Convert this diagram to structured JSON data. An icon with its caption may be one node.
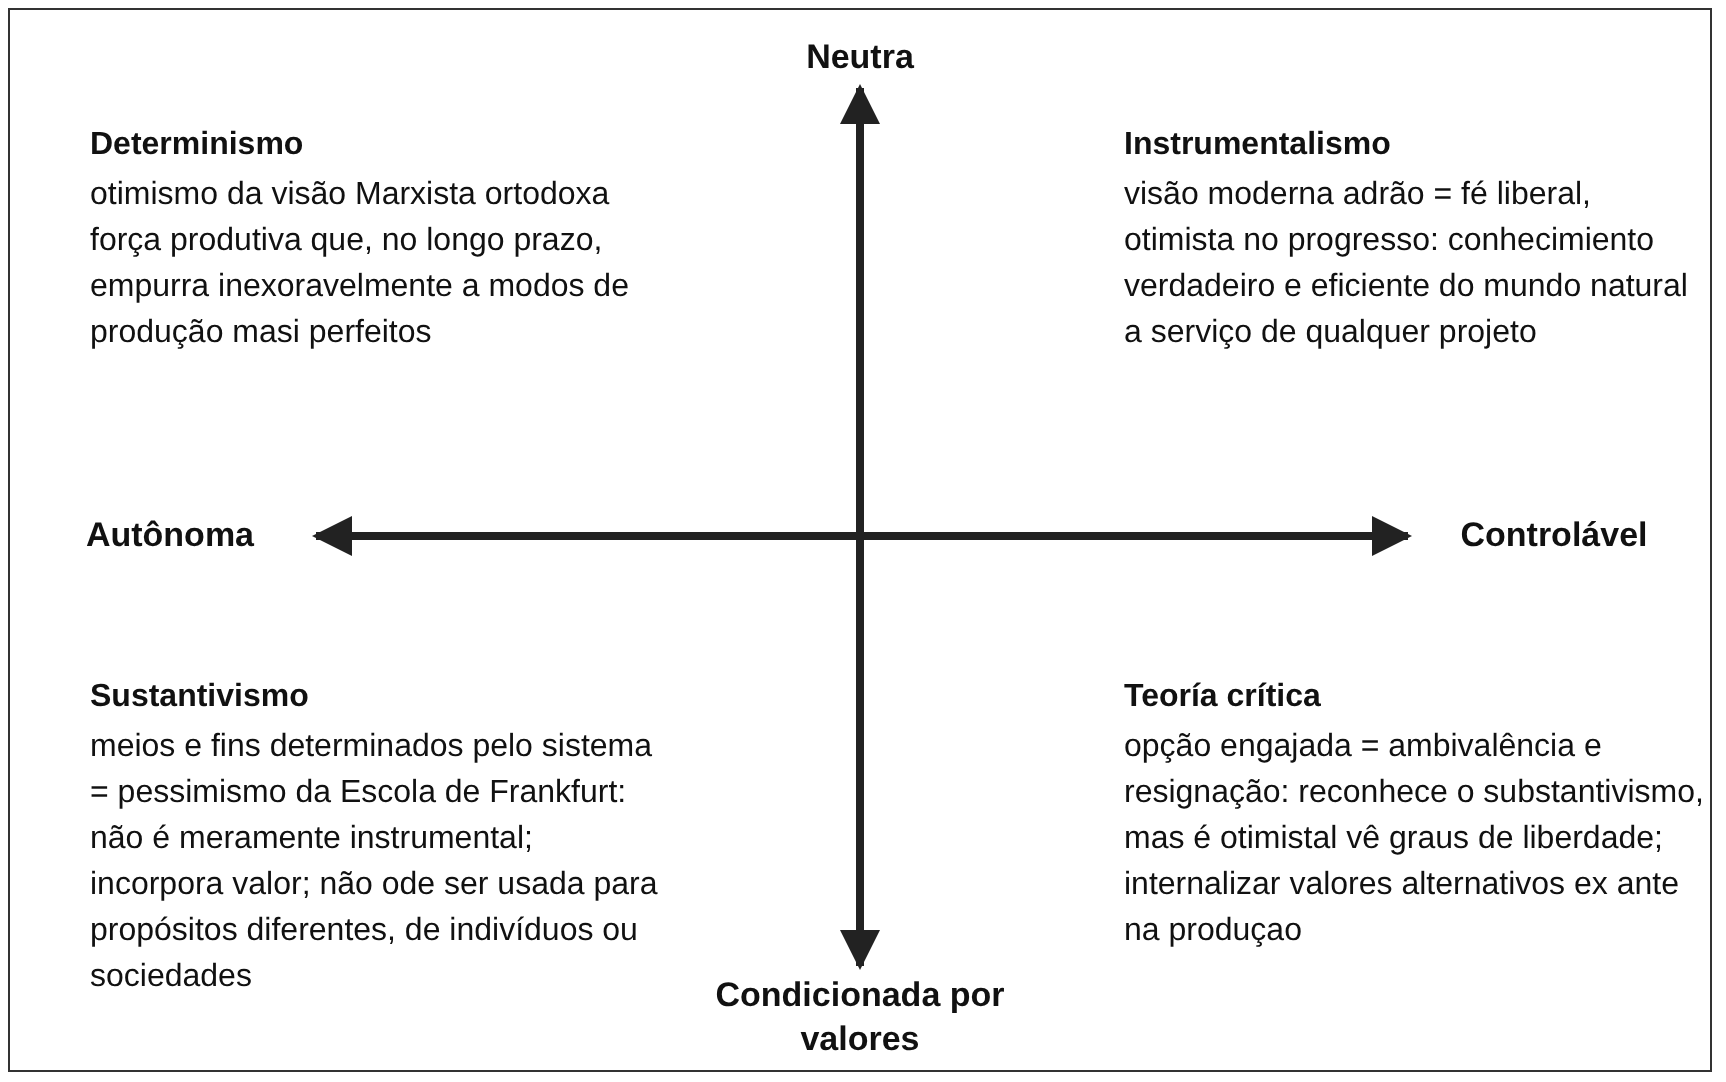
{
  "diagram": {
    "nodes": [
      {
        "text": [
          "Neutra"
        ]
      },
      {
        "text": [
          "Autônoma"
        ]
      },
      {
        "text": [
          "Controlável"
        ]
      },
      {
        "text": [
          "Condicionada por valores"
        ]
      }
    ],
    "edges": [
      {
        "from": 0,
        "to": 3,
        "arrow": "both"
      },
      {
        "from": 1,
        "to": 2,
        "arrow": "both"
      }
    ],
    "labels": [
      "Determinismo",
      "otimismo da visão Marxista ortodoxa força produtiva que, no longo prazo, empurra inexoravelmente a modos de produção masi perfeitos",
      "Instrumentalismo",
      "visão moderna adrão = fé liberal, otimista no progresso: conhecimiento verdadeiro e eficiente do mundo natural a serviço de qualquer projeto",
      "Sustantivismo",
      "meios e fins determinados pelo sistema = pessimismo da Escola de Frankfurt: não é meramente instrumental; incorpora valor; não ode ser usada para propósitos diferentes, de indivíduos ou sociedades",
      "Teoría crítica",
      "opção engajada = ambivalência e resignação: reconhece o substantivismo, mas é otimistal vê graus de liberdade; internalizar valores alternativos ex ante na produçao"
    ]
  }
}
